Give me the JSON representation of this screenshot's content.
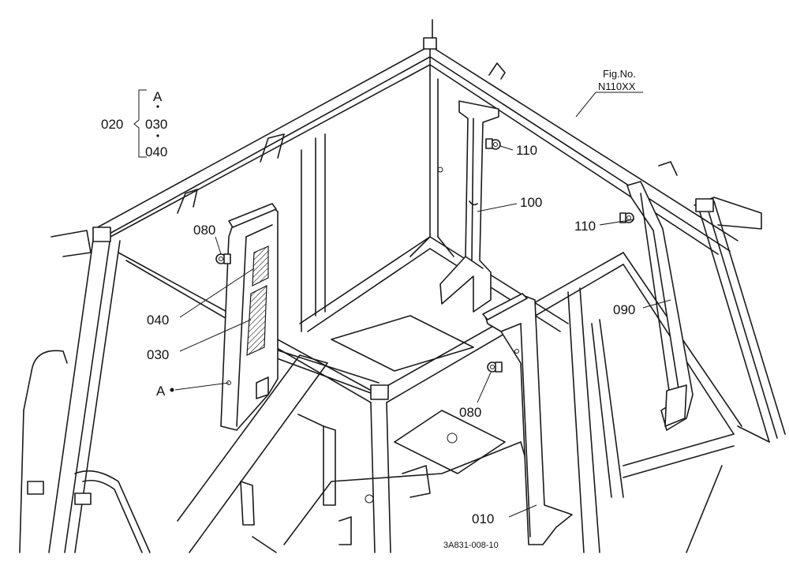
{
  "figure": {
    "fig_no_label": "Fig.No.",
    "fig_no_value": "N110XX",
    "drawing_code": "3A831-008-10"
  },
  "group": {
    "parent": "020",
    "children": [
      "A",
      "030",
      "040"
    ]
  },
  "callouts": {
    "c080_left": "080",
    "c040": "040",
    "c030": "030",
    "cA": "A",
    "c110_top": "110",
    "c100": "100",
    "c110_right": "110",
    "c090": "090",
    "c080_mid": "080",
    "c010": "010"
  }
}
